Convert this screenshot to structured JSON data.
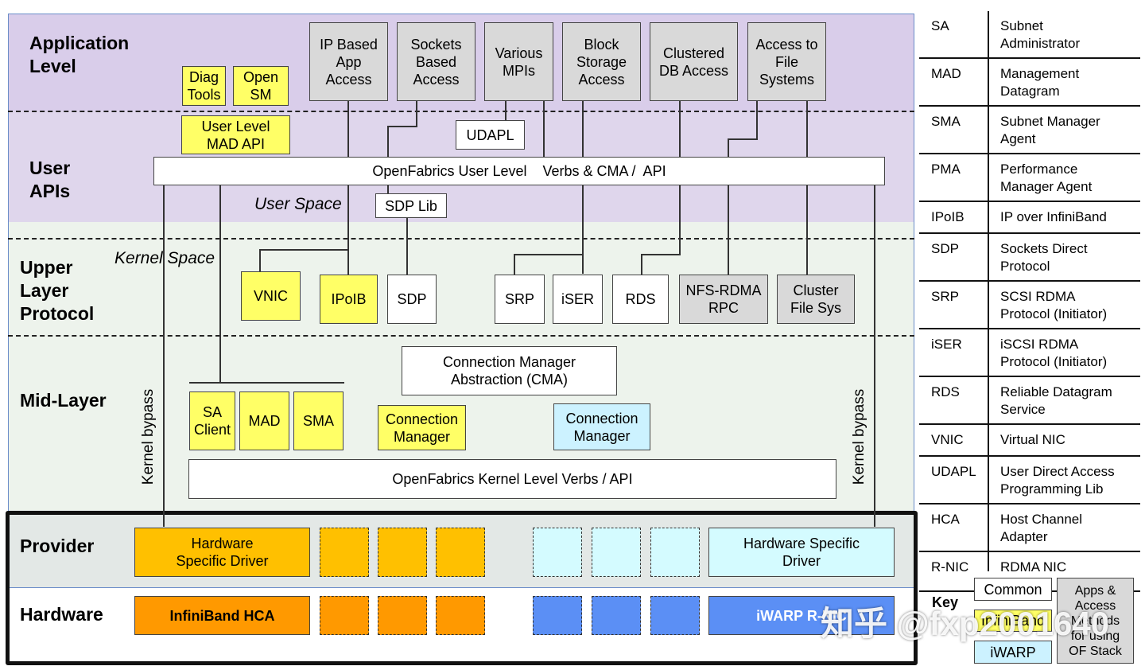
{
  "levels": {
    "application": "Application\nLevel",
    "user_apis": "User\nAPIs",
    "upper_layer": "Upper\nLayer\nProtocol",
    "mid_layer": "Mid-Layer",
    "provider": "Provider",
    "hardware": "Hardware"
  },
  "space_labels": {
    "user": "User Space",
    "kernel": "Kernel Space"
  },
  "bypass_label": "Kernel bypass",
  "apps": {
    "diag_tools": "Diag\nTools",
    "open_sm": "Open\nSM",
    "ip_based": "IP Based\nApp\nAccess",
    "sockets": "Sockets\nBased\nAccess",
    "mpis": "Various\nMPIs",
    "block": "Block\nStorage\nAccess",
    "clustered_db": "Clustered\nDB Access",
    "file_sys": "Access to\nFile\nSystems"
  },
  "user_api": {
    "mad_api": "User Level\nMAD API",
    "udapl": "UDAPL",
    "verbs": "OpenFabrics User Level    Verbs & CMA /  API",
    "sdp_lib": "SDP Lib"
  },
  "ulp": {
    "vnic": "VNIC",
    "ipoib": "IPoIB",
    "sdp": "SDP",
    "srp": "SRP",
    "iser": "iSER",
    "rds": "RDS",
    "nfs_rdma": "NFS-RDMA\nRPC",
    "cluster_fs": "Cluster\nFile Sys"
  },
  "mid": {
    "cma": "Connection Manager\nAbstraction (CMA)",
    "sa_client": "SA\nClient",
    "mad": "MAD",
    "sma": "SMA",
    "cm_ib": "Connection\nManager",
    "cm_iwarp": "Connection\nManager",
    "kernel_verbs": "OpenFabrics Kernel Level Verbs / API"
  },
  "provider": {
    "ib_driver": "Hardware\nSpecific Driver",
    "iwarp_driver": "Hardware Specific\nDriver"
  },
  "hardware": {
    "ib_hca": "InfiniBand HCA",
    "iwarp_rnic": "iWARP R-NIC"
  },
  "glossary": [
    {
      "abbr": "SA",
      "desc": "Subnet\nAdministrator"
    },
    {
      "abbr": "MAD",
      "desc": "Management\nDatagram"
    },
    {
      "abbr": "SMA",
      "desc": "Subnet Manager\nAgent"
    },
    {
      "abbr": "PMA",
      "desc": "Performance\nManager Agent"
    },
    {
      "abbr": "IPoIB",
      "desc": "IP over InfiniBand"
    },
    {
      "abbr": "SDP",
      "desc": "Sockets Direct\nProtocol"
    },
    {
      "abbr": "SRP",
      "desc": "SCSI RDMA\nProtocol (Initiator)"
    },
    {
      "abbr": "iSER",
      "desc": "iSCSI RDMA\nProtocol (Initiator)"
    },
    {
      "abbr": "RDS",
      "desc": "Reliable Datagram\nService"
    },
    {
      "abbr": "VNIC",
      "desc": "Virtual NIC"
    },
    {
      "abbr": "UDAPL",
      "desc": "User Direct Access\nProgramming Lib"
    },
    {
      "abbr": "HCA",
      "desc": "Host Channel\nAdapter"
    },
    {
      "abbr": "R-NIC",
      "desc": "RDMA NIC"
    }
  ],
  "key": {
    "title": "Key",
    "common": "Common",
    "infiniband": "InfiniBand",
    "iwarp": "iWARP",
    "apps_note": "Apps &\nAccess\nMethods\nfor using\nOF Stack"
  },
  "watermark": "知乎 @fxp2001640",
  "colors": {
    "app_band": "#d9cdea",
    "userapi_band": "#dfd6ec",
    "kernel_band": "#edf3ec",
    "provider_band": "#e3e8e6",
    "yellow": "#ffff66",
    "provider_orange": "#ffc000",
    "hca_orange": "#ff9900",
    "iwarp_blue": "#5b8ff5",
    "iwarp_cyan": "#d4fbff"
  }
}
